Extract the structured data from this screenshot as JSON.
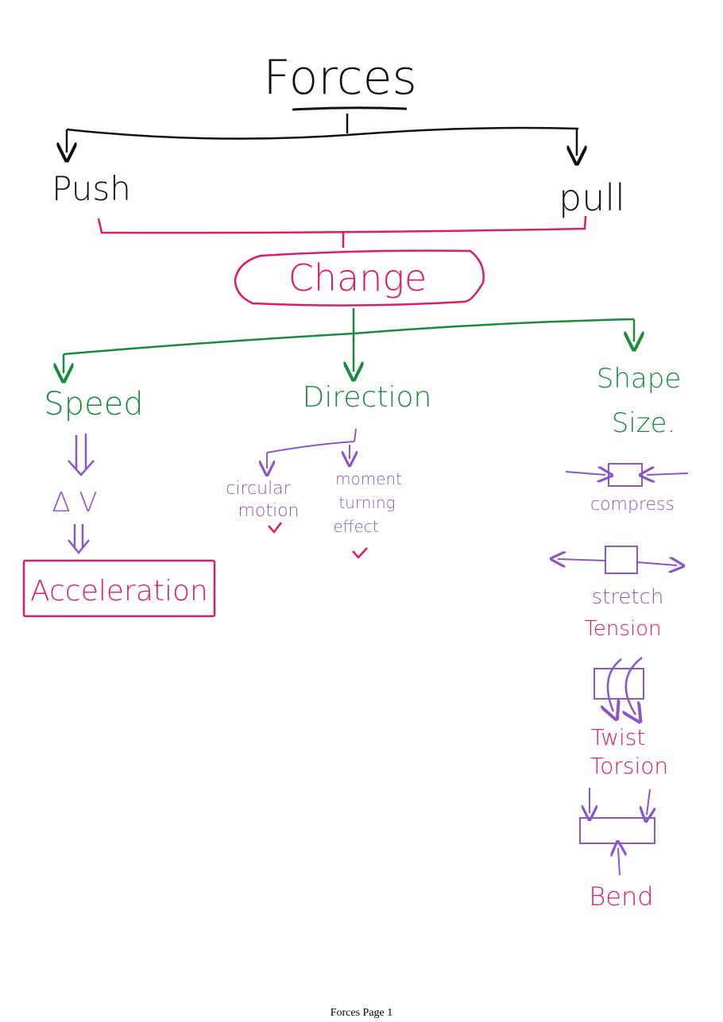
{
  "colors": {
    "black": "#111111",
    "pink": "#e0196a",
    "green": "#1a8a3c",
    "purple": "#8a57c8"
  },
  "diagram": {
    "root": "Forces",
    "types": [
      "Push",
      "pull"
    ],
    "effect": "Change",
    "changes": {
      "speed": "Speed",
      "direction": "Direction",
      "shape_line1": "Shape",
      "shape_line2": "Size."
    },
    "speed_branch": {
      "delta": "Δ V",
      "result": "Acceleration"
    },
    "direction_branch": {
      "left_line1": "circular",
      "left_line2": "motion",
      "right_line1": "moment",
      "right_line2": "turning",
      "right_line3": "effect"
    },
    "shape_branch": {
      "compress": "compress",
      "stretch": "stretch",
      "tension": "Tension",
      "twist": "Twist",
      "torsion": "Torsion",
      "bend": "Bend"
    }
  },
  "footer": "Forces Page 1"
}
